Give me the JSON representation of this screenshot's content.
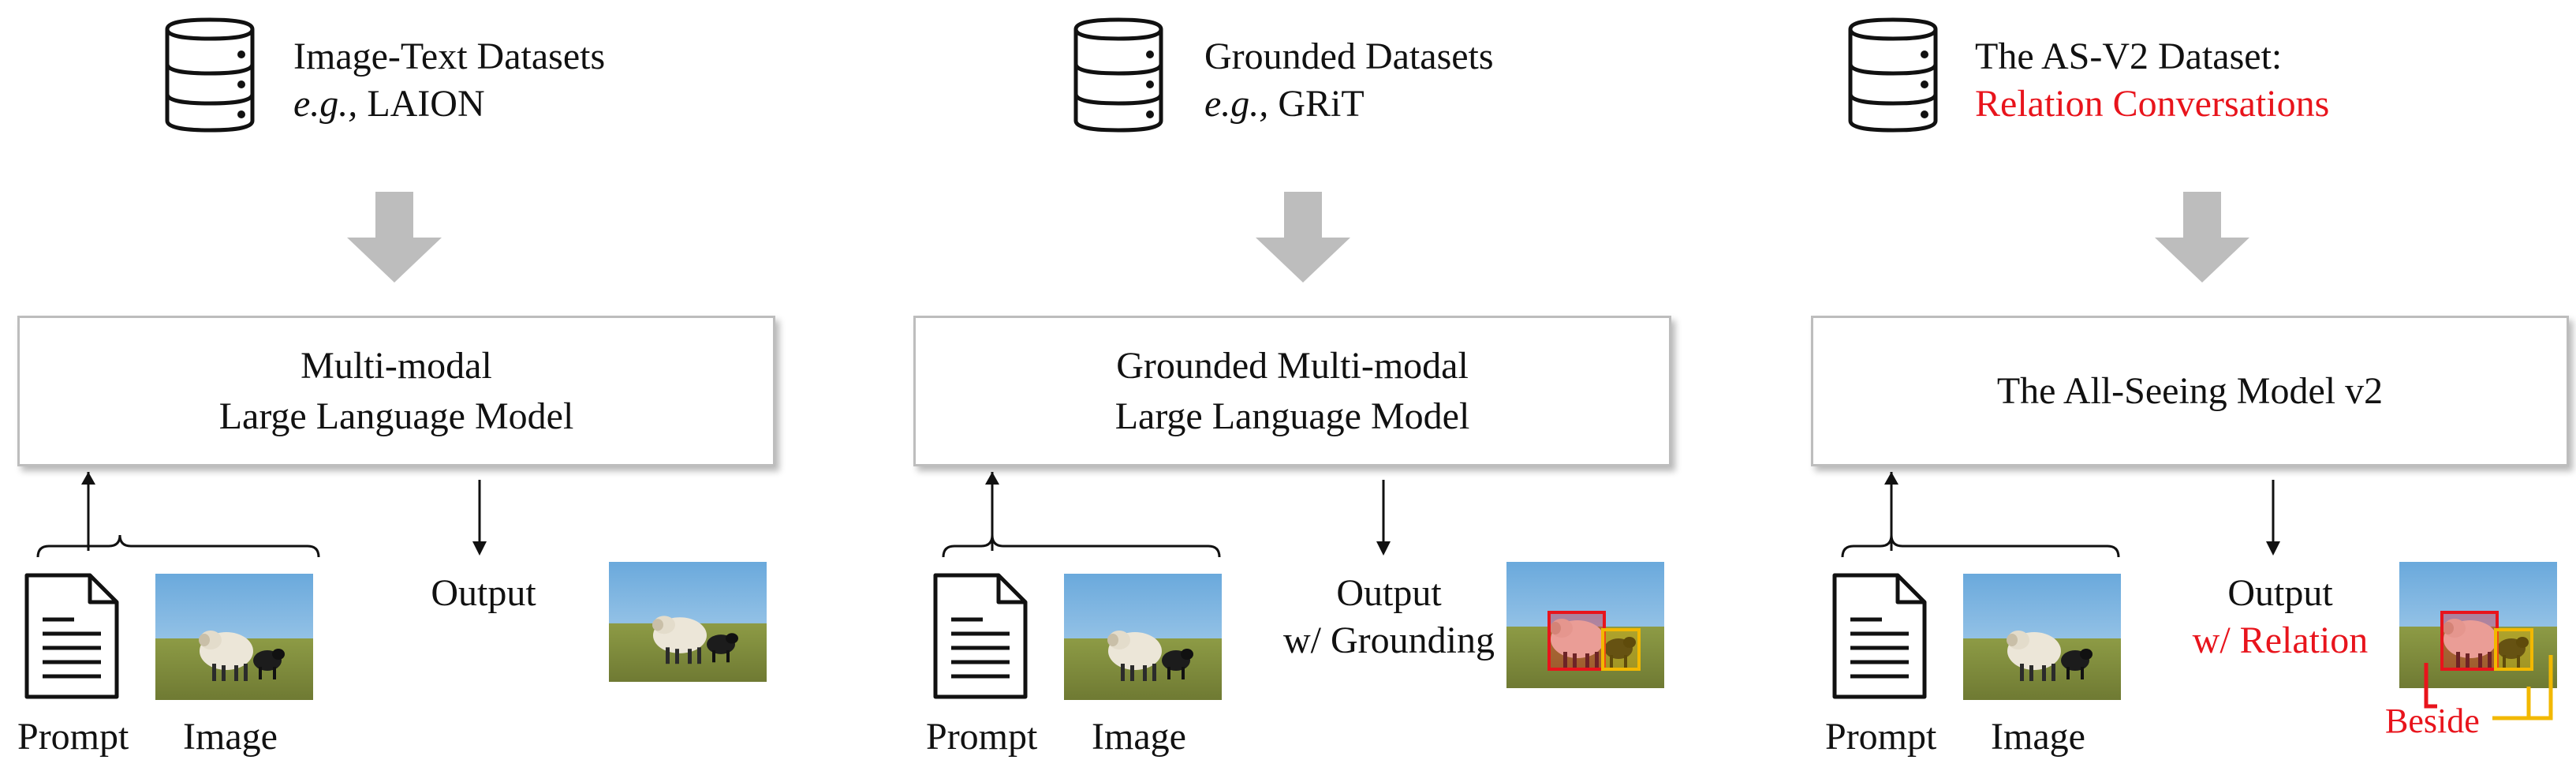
{
  "panels": [
    {
      "dataset_title": "Image-Text Datasets",
      "dataset_prefix": "e.g.,",
      "dataset_example": "LAION",
      "model_label": "Multi-modal\nLarge Language Model",
      "prompt_label": "Prompt",
      "image_label": "Image",
      "output_line1": "Output",
      "output_line2": ""
    },
    {
      "dataset_title": "Grounded Datasets",
      "dataset_prefix": "e.g.,",
      "dataset_example": "GRiT",
      "model_label": "Grounded Multi-modal\nLarge Language Model",
      "prompt_label": "Prompt",
      "image_label": "Image",
      "output_line1": "Output",
      "output_line2": "w/ Grounding"
    },
    {
      "dataset_title": "The AS-V2 Dataset:",
      "dataset_highlight": "Relation Conversations",
      "model_label": "The All-Seeing Model v2",
      "prompt_label": "Prompt",
      "image_label": "Image",
      "output_line1": "Output",
      "output_line2": "w/ Relation",
      "relation_word": "Beside"
    }
  ],
  "colors": {
    "arrow_gray": "#bdbdbd",
    "highlight_red": "#e8141c",
    "grounding_red": "#e8141c",
    "grounding_yellow": "#f2b800"
  },
  "icons": [
    "database-icon",
    "document-icon",
    "photo-sheep"
  ]
}
